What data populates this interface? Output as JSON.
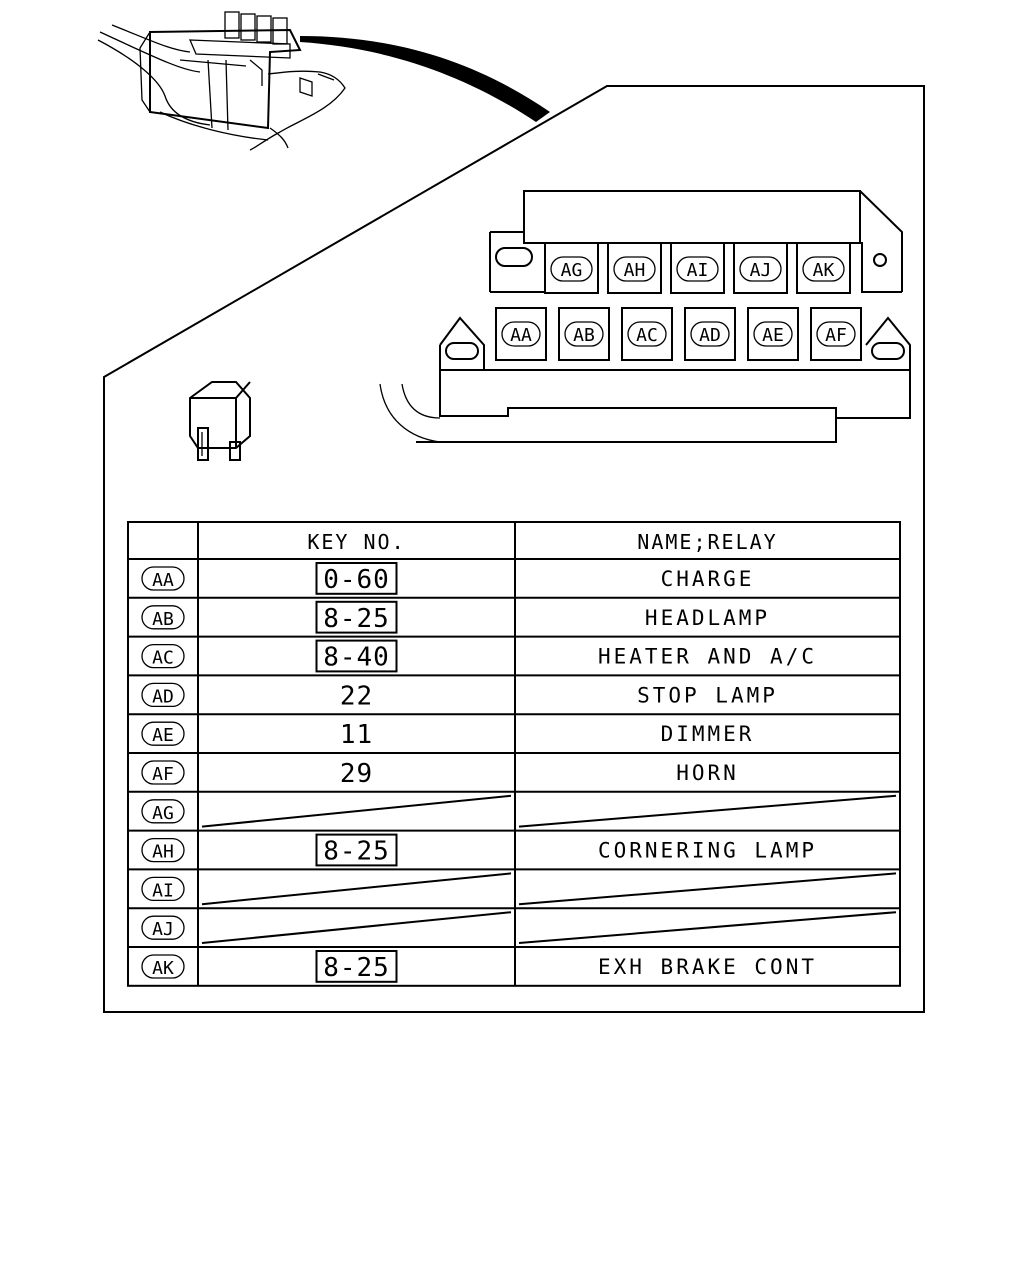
{
  "slot_order": {
    "top": [
      "AG",
      "AH",
      "AI",
      "AJ",
      "AK"
    ],
    "bottom": [
      "AA",
      "AB",
      "AC",
      "AD",
      "AE",
      "AF"
    ]
  },
  "table": {
    "headers": {
      "key": "KEY NO.",
      "name": "NAME;RELAY"
    },
    "rows": [
      {
        "id": "AA",
        "key": "0-60",
        "boxed": true,
        "name": "CHARGE"
      },
      {
        "id": "AB",
        "key": "8-25",
        "boxed": true,
        "name": "HEADLAMP"
      },
      {
        "id": "AC",
        "key": "8-40",
        "boxed": true,
        "name": "HEATER AND A/C"
      },
      {
        "id": "AD",
        "key": "22",
        "boxed": false,
        "name": "STOP LAMP"
      },
      {
        "id": "AE",
        "key": "11",
        "boxed": false,
        "name": "DIMMER"
      },
      {
        "id": "AF",
        "key": "29",
        "boxed": false,
        "name": "HORN"
      },
      {
        "id": "AG",
        "key": "",
        "boxed": false,
        "name": ""
      },
      {
        "id": "AH",
        "key": "8-25",
        "boxed": true,
        "name": "CORNERING LAMP"
      },
      {
        "id": "AI",
        "key": "",
        "boxed": false,
        "name": ""
      },
      {
        "id": "AJ",
        "key": "",
        "boxed": false,
        "name": ""
      },
      {
        "id": "AK",
        "key": "8-25",
        "boxed": true,
        "name": "EXH BRAKE CONT"
      }
    ]
  }
}
